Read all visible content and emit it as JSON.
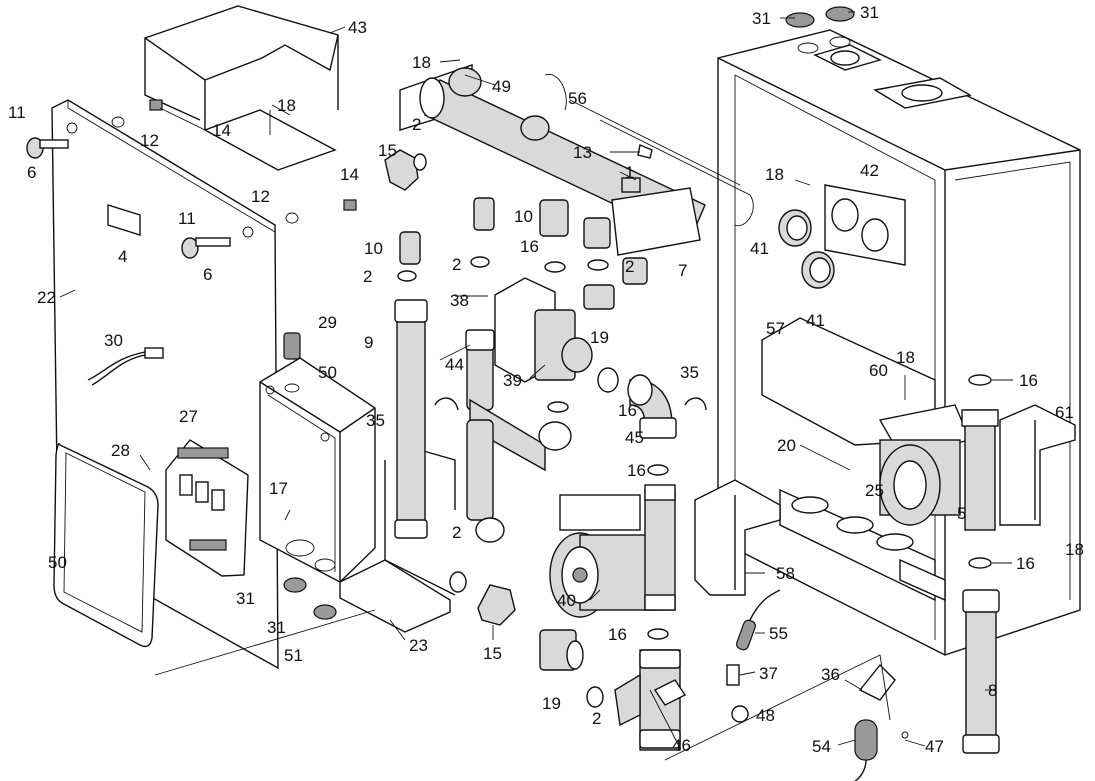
{
  "diagram": {
    "type": "exploded-parts-view",
    "labels": [
      "43",
      "18",
      "49",
      "56",
      "31",
      "31",
      "11",
      "12",
      "14",
      "18",
      "2",
      "15",
      "13",
      "1",
      "6",
      "18",
      "42",
      "12",
      "14",
      "10",
      "11",
      "10",
      "41",
      "16",
      "2",
      "7",
      "4",
      "6",
      "2",
      "2",
      "22",
      "38",
      "19",
      "41",
      "57",
      "29",
      "30",
      "9",
      "50",
      "44",
      "39",
      "35",
      "16",
      "60",
      "18",
      "35",
      "27",
      "16",
      "45",
      "61",
      "28",
      "20",
      "25",
      "16",
      "17",
      "5",
      "2",
      "50",
      "16",
      "18",
      "58",
      "31",
      "40",
      "31",
      "23",
      "16",
      "55",
      "51",
      "15",
      "37",
      "36",
      "19",
      "2",
      "48",
      "8",
      "46",
      "54",
      "47"
    ]
  }
}
